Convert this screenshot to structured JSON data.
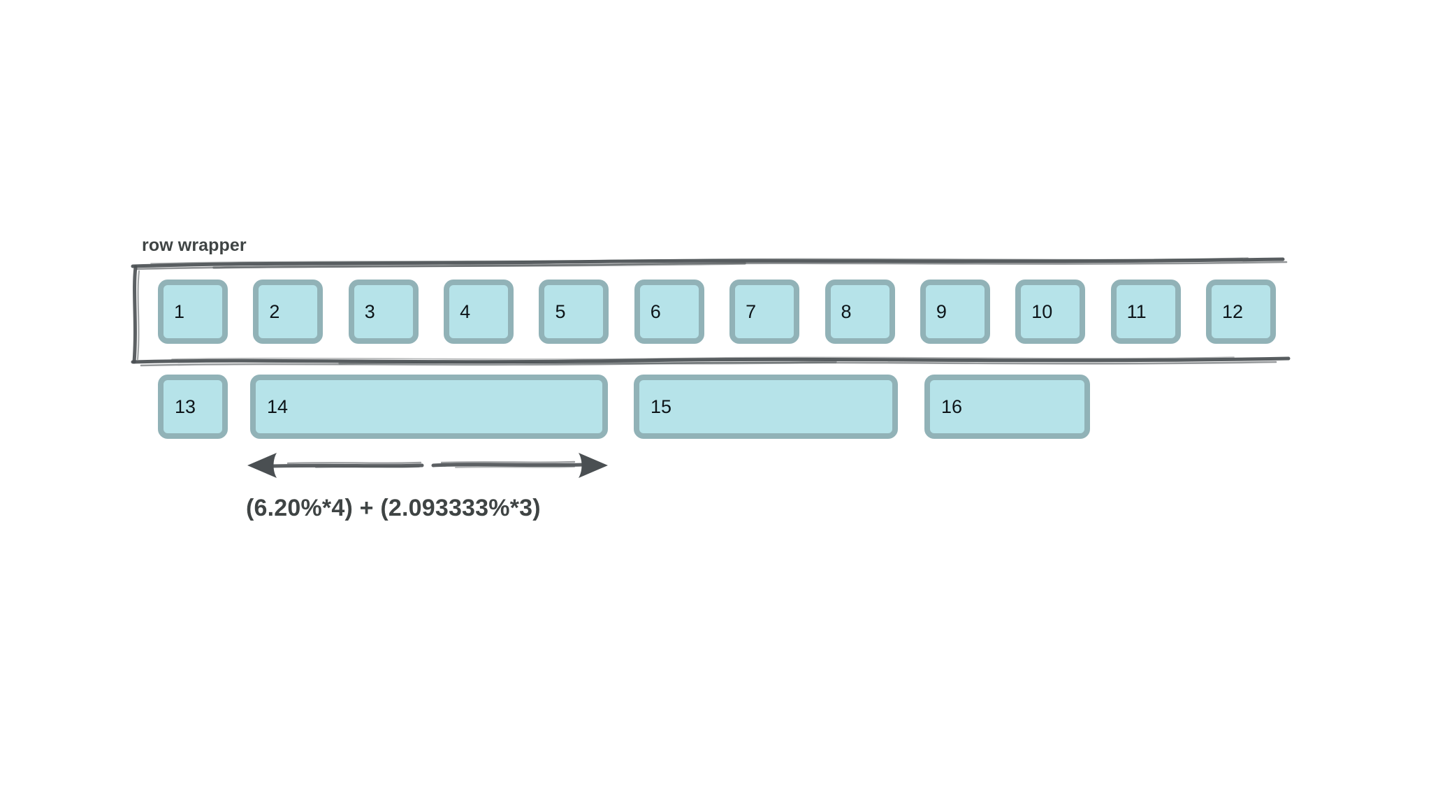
{
  "diagram": {
    "title_label": "row wrapper",
    "formula": "(6.20%*4) + (2.093333%*3)",
    "colors": {
      "box_fill": "#b6e3e9",
      "box_border": "#91b2b7",
      "sketch_stroke": "#4a4f52",
      "text_dark": "#3f4444",
      "number_text": "#0d1418",
      "background": "#ffffff"
    },
    "rows": [
      {
        "name": "row-1",
        "inside_wrapper": true,
        "cells": [
          {
            "label": "1"
          },
          {
            "label": "2"
          },
          {
            "label": "3"
          },
          {
            "label": "4"
          },
          {
            "label": "5"
          },
          {
            "label": "6"
          },
          {
            "label": "7"
          },
          {
            "label": "8"
          },
          {
            "label": "9"
          },
          {
            "label": "10"
          },
          {
            "label": "11"
          },
          {
            "label": "12"
          }
        ]
      },
      {
        "name": "row-2",
        "inside_wrapper": false,
        "cells": [
          {
            "label": "13"
          },
          {
            "label": "14"
          },
          {
            "label": "15"
          },
          {
            "label": "16"
          }
        ]
      }
    ],
    "annotation": {
      "arrow_type": "double-headed",
      "spans_cell": "14",
      "caption": "(6.20%*4) + (2.093333%*3)"
    }
  }
}
